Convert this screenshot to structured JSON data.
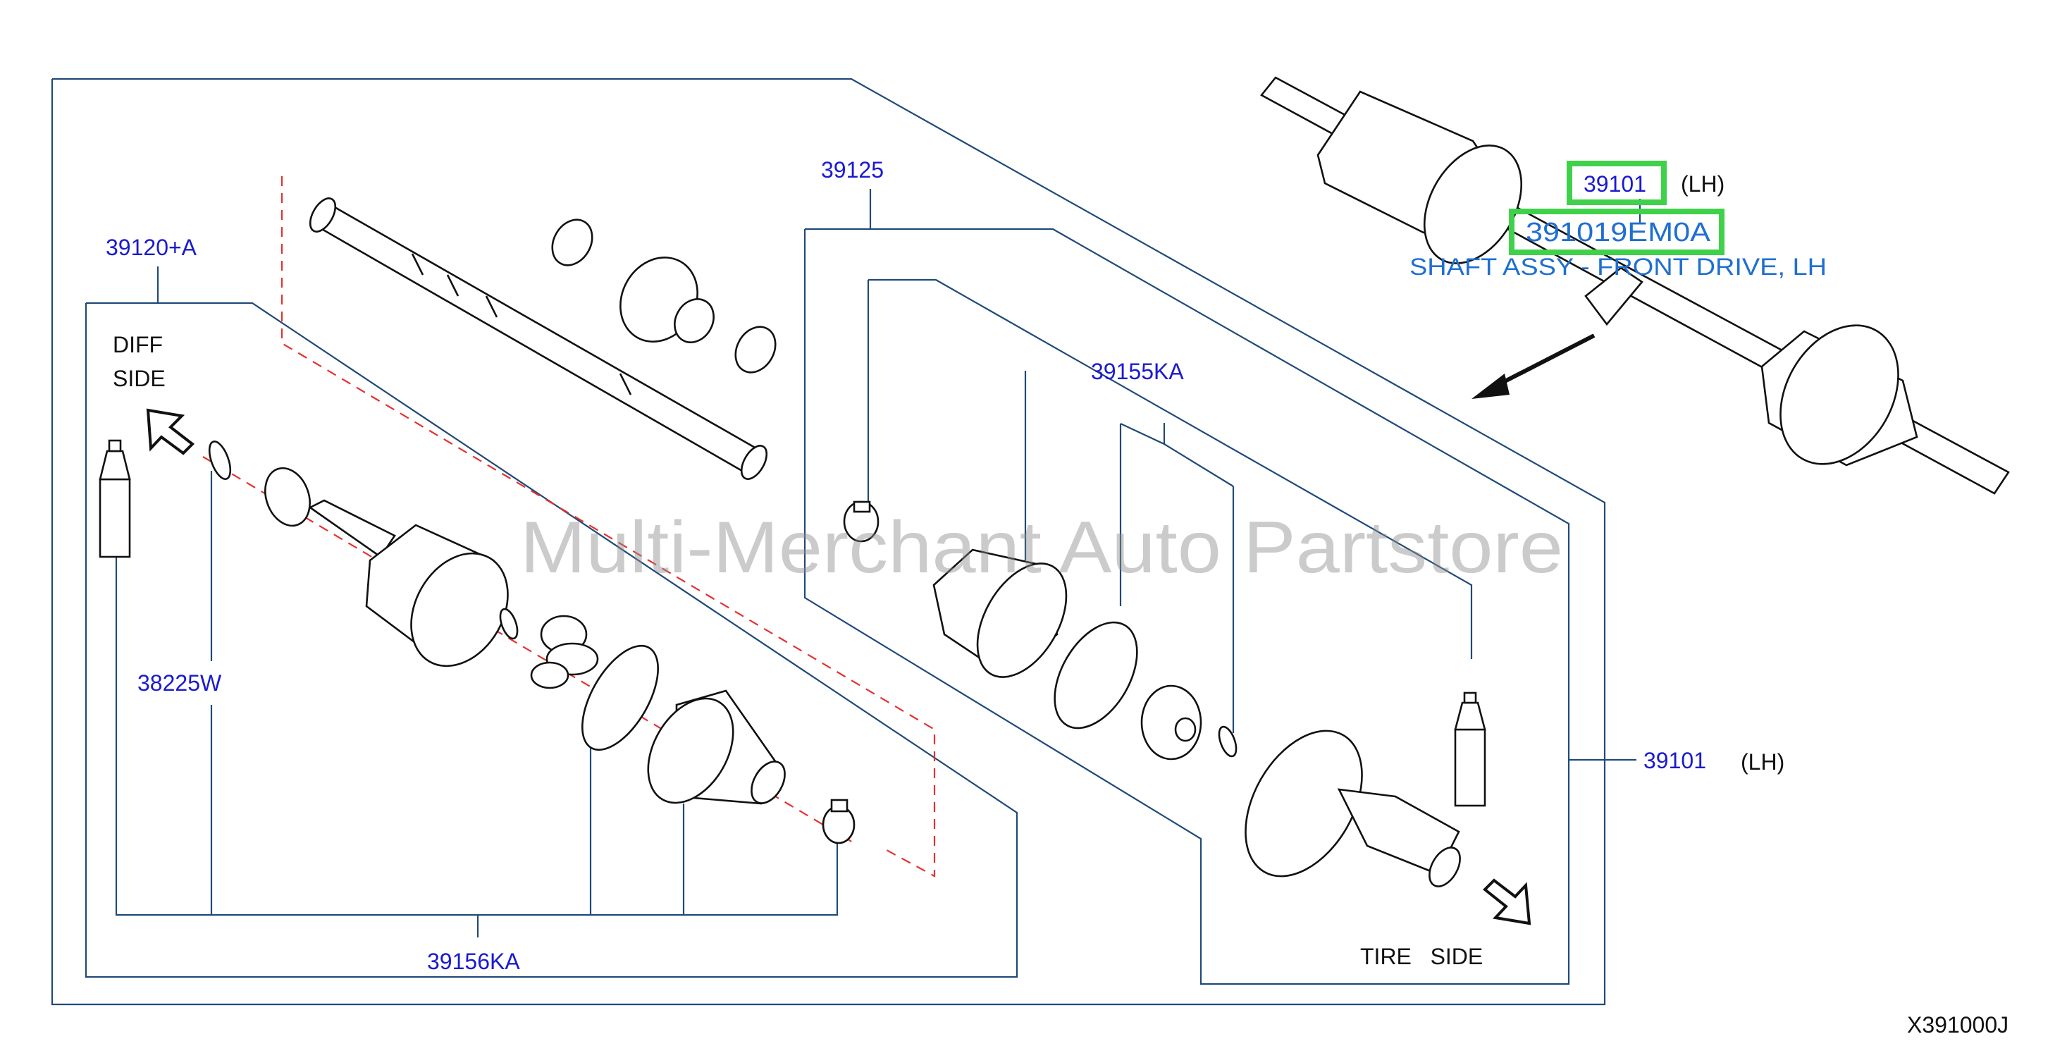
{
  "callouts": {
    "part_39120_a": "39120+A",
    "part_39125": "39125",
    "part_39155ka": "39155KA",
    "part_38225w": "38225W",
    "part_39156ka": "39156KA",
    "part_39101": "39101",
    "part_39101_lh": "(LH)"
  },
  "side_labels": {
    "diff_line1": "DIFF",
    "diff_line2": "SIDE",
    "tire": "TIRE   SIDE"
  },
  "highlight": {
    "part_number": "39101",
    "side": "(LH)",
    "oem_code": "391019EM0A",
    "description": "SHAFT ASSY - FRONT DRIVE, LH",
    "color": "#3fd14a"
  },
  "watermark": "Multi-Merchant Auto Partstore",
  "diagram_code": "X391000J",
  "colors": {
    "part_number_text": "#1a1ad0",
    "leader_lines": "#1f4a78",
    "dashed_axis": "#e63030",
    "description_text": "#1f6fd0"
  }
}
